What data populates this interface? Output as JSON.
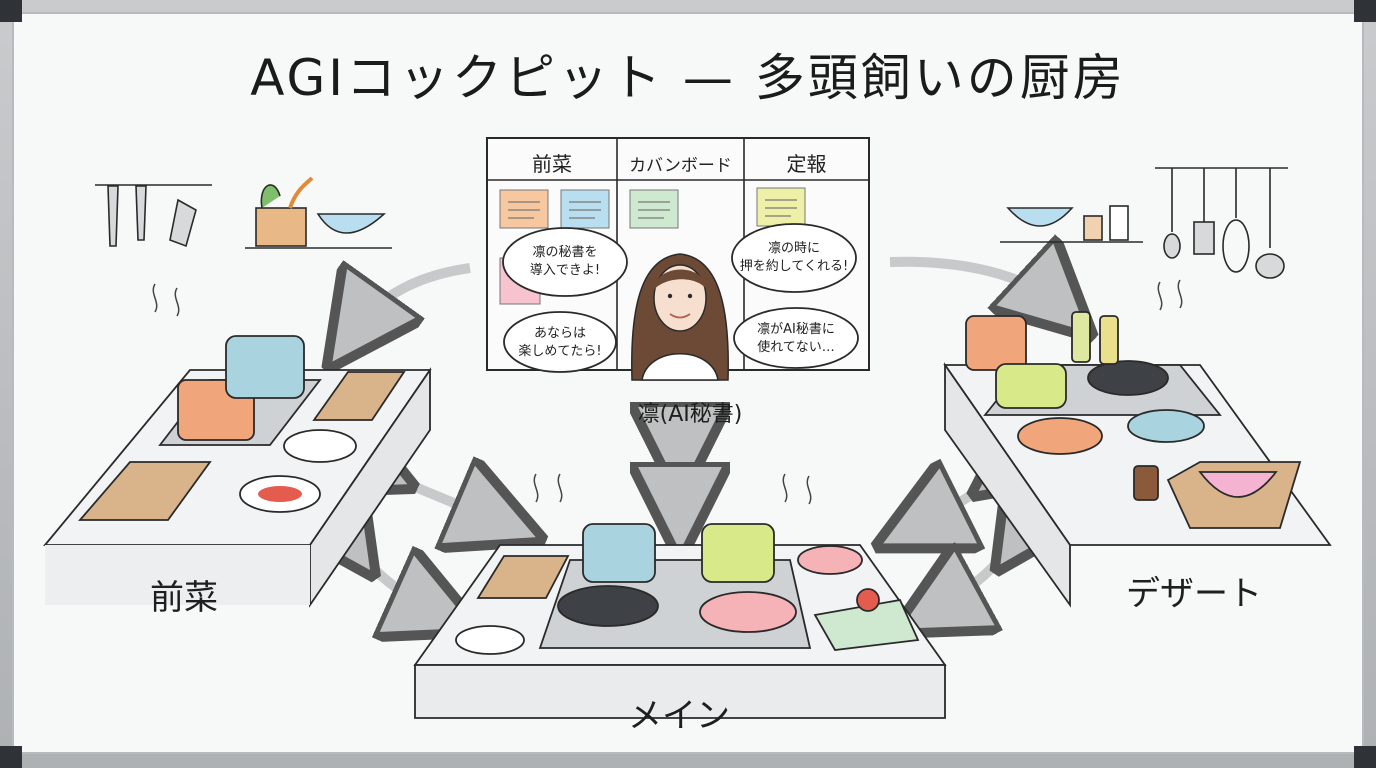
{
  "title": "AGIコックピット — 多頭飼いの厨房",
  "kanban": {
    "columns": [
      "前菜",
      "カバンボード",
      "定報"
    ]
  },
  "assistant": {
    "name": "凛(AI秘書)",
    "bubbles": [
      "凛の秘書を\n導入できよ!",
      "凛の時に\n押を約してくれる!",
      "あならは\n楽しめてたら!",
      "凛がAI秘書に\n使れてない…"
    ]
  },
  "stations": {
    "appetizer": "前菜",
    "main": "メイン",
    "dessert": "デザート"
  },
  "colors": {
    "ink": "#2a2a2a",
    "pot_blue": "#a9d4df",
    "pot_orange": "#f0a57a",
    "pot_green": "#d8e98a",
    "pan_pink": "#f5b3b8",
    "board_wood": "#d9b48a",
    "note_orange": "#f7c7a0",
    "note_blue": "#b9def0",
    "note_green": "#cfe9d0",
    "note_yellow": "#eef0a8",
    "arrow_gray": "#c8c9ca"
  },
  "icons": [
    "knife-icon",
    "pot-icon",
    "pan-icon",
    "whisk-icon",
    "ladle-icon",
    "arrow-icon"
  ]
}
